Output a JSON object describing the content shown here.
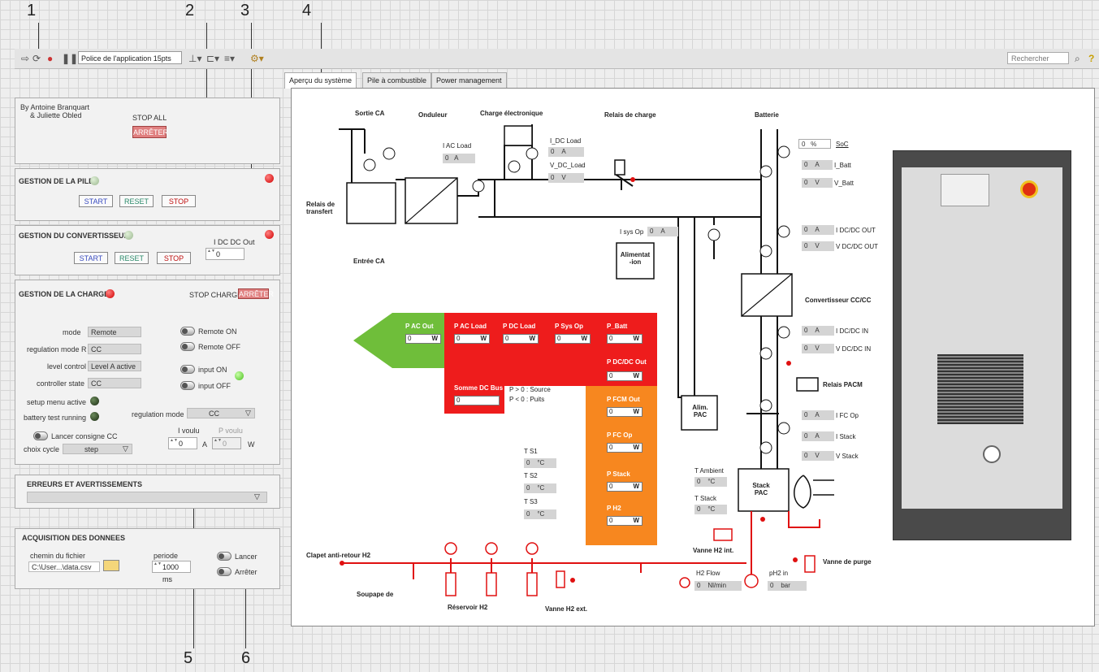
{
  "callouts": [
    "1",
    "2",
    "3",
    "4",
    "5",
    "6"
  ],
  "toolbar": {
    "font": "Police de l'application 15pts",
    "search_placeholder": "Rechercher"
  },
  "tabs": [
    "Aperçu du système",
    "Pile à combustible",
    "Power management"
  ],
  "stop_panel": {
    "authors_line1": "By Antoine Branquart",
    "authors_line2": "& Juliette Obled",
    "stop_all_label": "STOP ALL",
    "stop_button": "ARRÊTER"
  },
  "pile_panel": {
    "title": "GESTION DE LA PILE",
    "start": "START",
    "reset": "RESET",
    "stop": "STOP"
  },
  "conv_panel": {
    "title": "GESTION DU CONVERTISSEUR",
    "start": "START",
    "reset": "RESET",
    "stop": "STOP",
    "idc_label": "I DC DC Out",
    "idc_value": "0"
  },
  "charge_panel": {
    "title": "GESTION DE LA CHARGE",
    "stop_charge_label": "STOP CHARGE",
    "stop_charge_button": "ARRÊTER",
    "mode_label": "mode",
    "mode_value": "Remote",
    "reg_mode_r_label": "regulation mode R",
    "reg_mode_r_value": "CC",
    "level_label": "level control",
    "level_value": "Level A active",
    "ctrl_label": "controller state",
    "ctrl_value": "CC",
    "remote_on": "Remote ON",
    "remote_off": "Remote OFF",
    "input_on": "input ON",
    "input_off": "input OFF",
    "setup_menu": "setup menu active",
    "battery_test": "battery test running",
    "reg_mode_label": "regulation mode",
    "reg_mode_value": "CC",
    "lancer_cc": "Lancer consigne CC",
    "choix_cycle": "choix cycle",
    "cycle_value": "step",
    "ivoulu_label": "I voulu",
    "ivoulu_value": "0",
    "ivoulu_unit": "A",
    "pvoulu_label": "P voulu",
    "pvoulu_value": "0",
    "pvoulu_unit": "W"
  },
  "errors_panel": {
    "title": "ERREURS ET AVERTISSEMENTS"
  },
  "acq_panel": {
    "title": "ACQUISITION DES DONNEES",
    "path_label": "chemin du fichier",
    "path_value": "C:\\User...\\data.csv",
    "periode_label": "periode",
    "periode_value": "1000 ms",
    "lancer": "Lancer",
    "arreter": "Arrêter"
  },
  "diagram": {
    "sortie_ca": "Sortie CA",
    "onduleur": "Onduleur",
    "charge_elec": "Charge électronique",
    "relais_charge": "Relais de charge",
    "batterie": "Batterie",
    "relais_transfert": "Relais de transfert",
    "entree_ca": "Entrée CA",
    "iac_load": "I AC Load",
    "iac_value": "0",
    "iac_unit": "A",
    "idc_load": "I_DC Load",
    "idc_load_value": "0",
    "idc_load_unit": "A",
    "vdc_load": "V_DC_Load",
    "vdc_load_value": "0",
    "vdc_load_unit": "V",
    "soc_value": "0",
    "soc_unit": "%",
    "soc_label": "SoC",
    "ibatt_value": "0",
    "ibatt_unit": "A",
    "ibatt_label": "I_Batt",
    "vbatt_value": "0",
    "vbatt_unit": "V",
    "vbatt_label": "V_Batt",
    "isysop_label": "I sys Op",
    "isysop_value": "0",
    "isysop_unit": "A",
    "idcdcout_value": "0",
    "idcdcout_unit": "A",
    "idcdcout_label": "I DC/DC OUT",
    "vdcdcout_value": "0",
    "vdcdcout_unit": "V",
    "vdcdcout_label": "V DC/DC OUT",
    "alimentation": "Alimentat -ion",
    "convertisseur": "Convertisseur CC/CC",
    "idcdcin_value": "0",
    "idcdcin_unit": "A",
    "idcdcin_label": "I DC/DC IN",
    "vdcdcin_value": "0",
    "vdcdcin_unit": "V",
    "vdcdcin_label": "V DC/DC IN",
    "relais_pacm": "Relais PACM",
    "alim_pac": "Alim. PAC",
    "ifcop_value": "0",
    "ifcop_unit": "A",
    "ifcop_label": "I FC Op",
    "istack_value": "0",
    "istack_unit": "A",
    "istack_label": "I Stack",
    "vstack_value": "0",
    "vstack_unit": "V",
    "vstack_label": "V Stack",
    "t_ambient": "T Ambient",
    "t_ambient_value": "0",
    "t_stack": "T Stack",
    "t_stack_value": "0",
    "deg": "°C",
    "stack_pac": "Stack PAC",
    "vanne_h2_int": "Vanne H2 int.",
    "vanne_purge": "Vanne de purge",
    "clapet": "Clapet anti-retour H2",
    "soupape": "Soupape de",
    "reservoir": "Réservoir H2",
    "vanne_h2_ext": "Vanne H2 ext.",
    "h2flow": "H2 Flow",
    "h2flow_value": "0",
    "h2flow_unit": "Nl/min",
    "ph2in": "pH2 in",
    "ph2in_value": "0",
    "ph2in_unit": "bar",
    "ts1": "T S1",
    "ts2": "T S2",
    "ts3": "T S3",
    "ts_value": "0"
  },
  "power": {
    "pacout": "P AC Out",
    "pacload": "P AC Load",
    "pdcload": "P DC Load",
    "psysop": "P Sys Op",
    "pbatt": "P_Batt",
    "pdcdcout": "P DC/DC Out",
    "somme": "Somme DC Bus",
    "somme_value": "0",
    "source": "P > 0 : Source",
    "puits": "P < 0 : Puits",
    "pfcmout": "P FCM Out",
    "pfcop": "P FC Op",
    "pstack": "P Stack",
    "ph2": "P H2",
    "value": "0",
    "unit": "W",
    "colors": {
      "green": "#6fbe3a",
      "red": "#ee1c1c",
      "orange": "#f7871f"
    }
  }
}
